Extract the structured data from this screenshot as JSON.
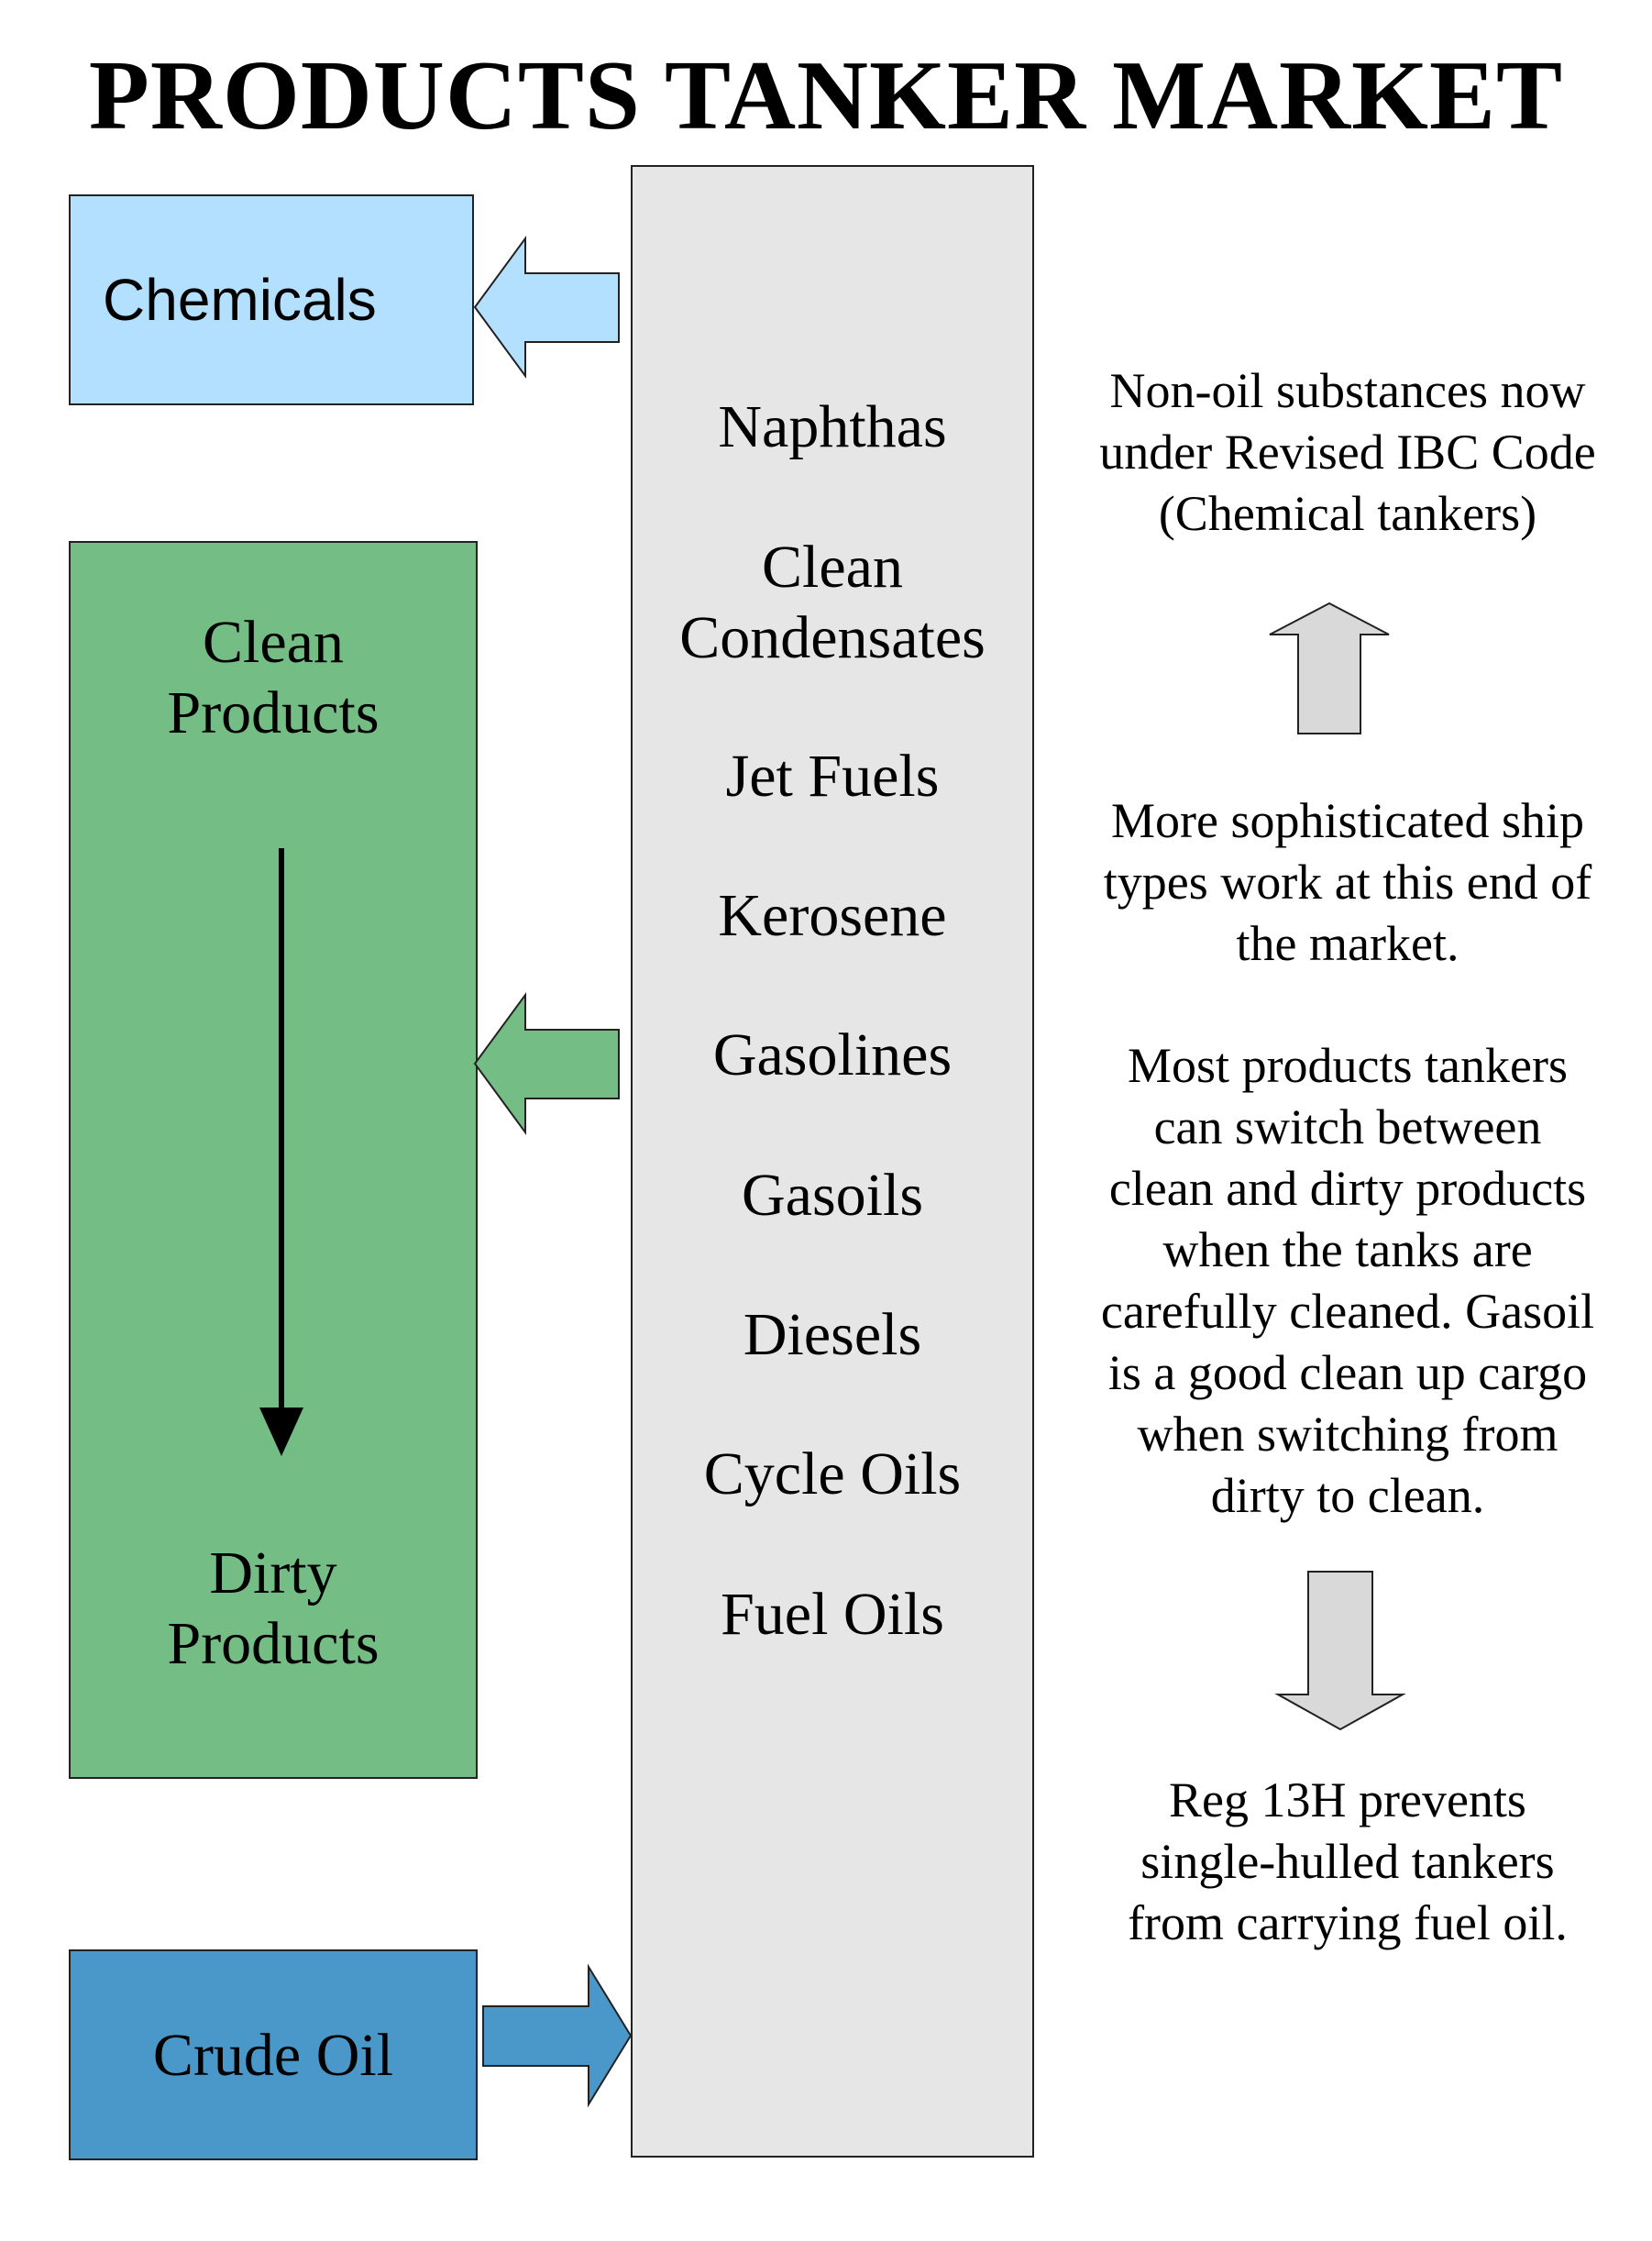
{
  "title": "PRODUCTS TANKER MARKET",
  "colors": {
    "chemicals_fill": "#B3E0FF",
    "clean_dirty_fill": "#74BE85",
    "crude_fill": "#4A97CA",
    "product_list_fill": "#E6E6E6",
    "gray_arrow_fill": "#D9D9D9"
  },
  "categories": {
    "chemicals": "Chemicals",
    "clean_products": [
      "Clean",
      "Products"
    ],
    "dirty_products": [
      "Dirty",
      "Products"
    ],
    "crude_oil": "Crude Oil"
  },
  "products": [
    [
      "Naphthas"
    ],
    [
      "Clean",
      "Condensates"
    ],
    [
      "Jet Fuels"
    ],
    [
      "Kerosene"
    ],
    [
      "Gasolines"
    ],
    [
      "Gasoils"
    ],
    [
      "Diesels"
    ],
    [
      "Cycle Oils"
    ],
    [
      "Fuel Oils"
    ]
  ],
  "notes": {
    "ibc_code": [
      "Non-oil substances now",
      "under Revised IBC Code",
      "(Chemical tankers)"
    ],
    "sophisticated": [
      "More sophisticated ship",
      "types work at this end of",
      "the market."
    ],
    "switching": [
      "Most products tankers",
      "can switch between",
      "clean and dirty products",
      "when the tanks are",
      "carefully cleaned. Gasoil",
      "is a good clean up cargo",
      "when switching from",
      "dirty to clean."
    ],
    "reg13h": [
      "Reg 13H prevents",
      "single-hulled tankers",
      "from carrying fuel oil."
    ]
  },
  "icons": {
    "chemicals_arrow": "left-arrow-icon",
    "clean_dirty_arrow": "left-arrow-icon",
    "crude_arrow": "right-arrow-icon",
    "gradient_arrow": "down-arrow-icon",
    "up_arrow": "up-arrow-icon",
    "down_arrow": "down-arrow-icon"
  }
}
